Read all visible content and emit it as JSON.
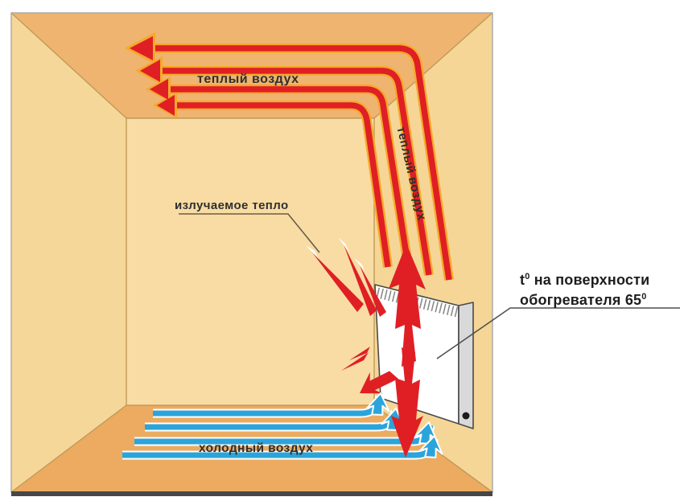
{
  "labels": {
    "warm_air_ceiling": "теплый воздух",
    "warm_air_wall": "теплый воздух",
    "radiated_heat": "излучаемое тепло",
    "cold_air": "холодный воздух"
  },
  "annotation": {
    "t_base": "t",
    "t_sup": "0",
    "line1_rest": " на  поверхности",
    "line2_base": "обогревателя 65",
    "line2_sup": "0"
  },
  "counts": {
    "warm_air_ceiling_arrows": 4,
    "cold_air_floor_arrows": 4
  },
  "colors": {
    "warm": "#e01f25",
    "warm_outline": "#f6a92b",
    "cold": "#2ba4db",
    "ceiling": "#eeb470",
    "floor": "#ecab60",
    "wall_left": "#f6d79a",
    "wall_back": "#f8dca4",
    "wall_right": "#f5d697",
    "heater_face": "#ffffff",
    "heater_side": "#d9d9d9",
    "text": "#2f2f2f",
    "leader": "#6a5c45"
  }
}
